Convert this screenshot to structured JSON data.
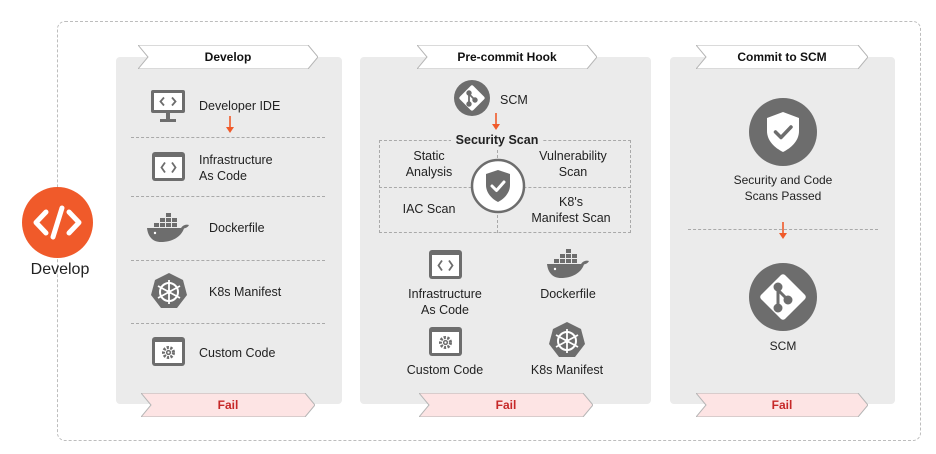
{
  "left": {
    "label": "Develop",
    "icon": "code-icon",
    "color": "#f05a2a"
  },
  "stage1": {
    "title": "Develop",
    "items": [
      {
        "label": "Developer IDE",
        "icon": "monitor-code-icon"
      },
      {
        "label": "Infrastructure\nAs Code",
        "icon": "code-window-icon"
      },
      {
        "label": "Dockerfile",
        "icon": "docker-whale-icon"
      },
      {
        "label": "K8s Manifest",
        "icon": "kubernetes-icon"
      },
      {
        "label": "Custom Code",
        "icon": "gear-window-icon"
      }
    ],
    "fail": "Fail"
  },
  "stage2": {
    "title": "Pre-commit Hook",
    "scm_label": "SCM",
    "scan_title": "Security Scan",
    "scan_items": {
      "static": "Static\nAnalysis",
      "vuln": "Vulnerability\nScan",
      "iac": "IAC Scan",
      "k8s": "K8's\nManifest  Scan"
    },
    "items": [
      {
        "label": "Infrastructure\nAs Code",
        "icon": "code-window-icon"
      },
      {
        "label": "Dockerfile",
        "icon": "docker-whale-icon"
      },
      {
        "label": "Custom Code",
        "icon": "gear-window-icon"
      },
      {
        "label": "K8s Manifest",
        "icon": "kubernetes-icon"
      }
    ],
    "fail": "Fail"
  },
  "stage3": {
    "title": "Commit to SCM",
    "passed_label": "Security and Code\nScans Passed",
    "scm_label": "SCM",
    "fail": "Fail"
  },
  "colors": {
    "accent": "#f05a2a",
    "fail_text": "#c62828",
    "fail_bg": "#fde4e4",
    "icon_gray": "#6d6d6d",
    "panel_bg": "#ebebeb"
  }
}
